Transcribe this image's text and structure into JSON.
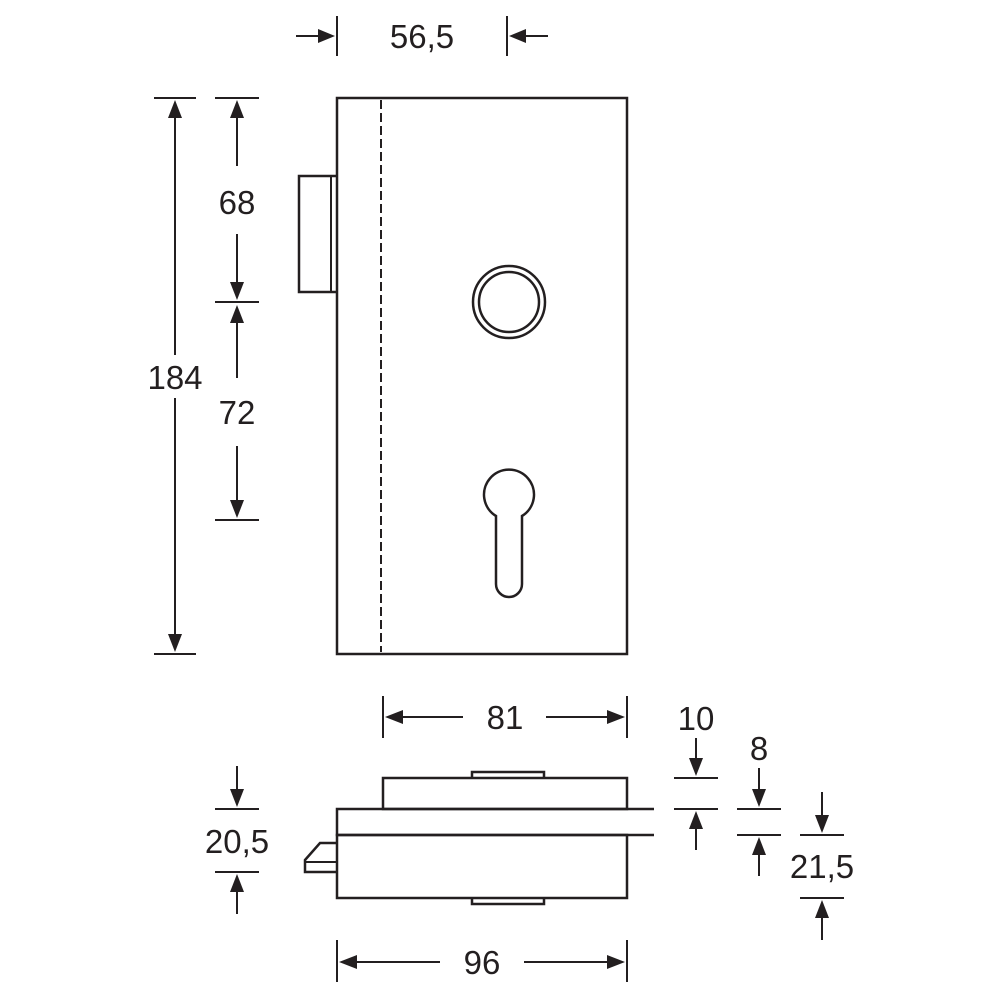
{
  "dimensions": {
    "top_width": "56,5",
    "total_height": "184",
    "upper_height": "68",
    "lower_height": "72",
    "plate_width": "81",
    "glass_thickness": "10",
    "plate_thickness": "8",
    "side_thickness": "20,5",
    "inner_thickness": "21,5",
    "total_width": "96"
  }
}
